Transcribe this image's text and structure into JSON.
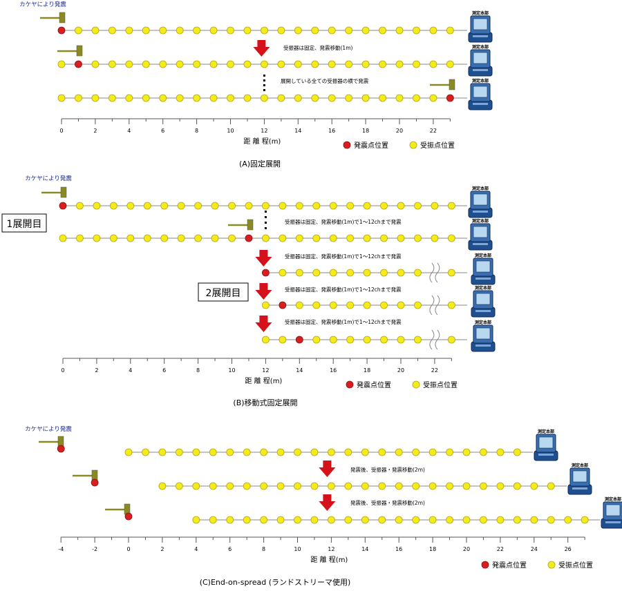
{
  "panels": [
    {
      "id": "A",
      "caption": "(A)固定展開",
      "hammer_label": "カケヤにより発震",
      "recorder_label": "測定本部",
      "notes": [
        "受振器は固定、発震移動(1m)",
        "展開している全ての受振器の横で発震"
      ],
      "axis_label": "距 離 程(m)",
      "ticks": [
        "0",
        "2",
        "4",
        "6",
        "8",
        "10",
        "12",
        "14",
        "16",
        "18",
        "20",
        "22"
      ],
      "legend": {
        "source": "発震点位置",
        "receiver": "受振点位置"
      }
    },
    {
      "id": "B",
      "caption": "(B)移動式固定展開",
      "hammer_label": "カケヤにより発震",
      "recorder_label": "測定本部",
      "box_1": "1展開目",
      "box_2": "2展開目",
      "notes": [
        "受振器は固定、発震移動(1m)で1～12chまで発震",
        "受振器は固定、発震移動(1m)で1～12chまで発震",
        "受振器は固定、発震移動(1m)で1～12chまで発震",
        "受振器は固定、発震移動(1m)で1～12chまで発震"
      ],
      "axis_label": "距 離 程(m)",
      "ticks": [
        "0",
        "2",
        "4",
        "6",
        "8",
        "10",
        "12",
        "14",
        "16",
        "18",
        "20",
        "22"
      ],
      "legend": {
        "source": "発震点位置",
        "receiver": "受振点位置"
      }
    },
    {
      "id": "C",
      "caption": "(C)End-on-spread (ランドストリーマ使用)",
      "hammer_label": "カケヤにより発震",
      "recorder_label": "測定本部",
      "notes": [
        "発震後、受振器・発震移動(2m)",
        "発震後、受振器・発震移動(2m)"
      ],
      "axis_label": "距 離 程(m)",
      "ticks": [
        "-4",
        "-2",
        "0",
        "2",
        "4",
        "6",
        "8",
        "10",
        "12",
        "14",
        "16",
        "18",
        "20",
        "22",
        "24",
        "26"
      ],
      "legend": {
        "source": "発震点位置",
        "receiver": "受振点位置"
      }
    }
  ],
  "colors": {
    "receiver_fill": "#f5ea1a",
    "source_fill": "#d81e1e",
    "arrow": "#d5121a",
    "hammer": "#8a8a22",
    "recorder": "#2a5a9a"
  }
}
